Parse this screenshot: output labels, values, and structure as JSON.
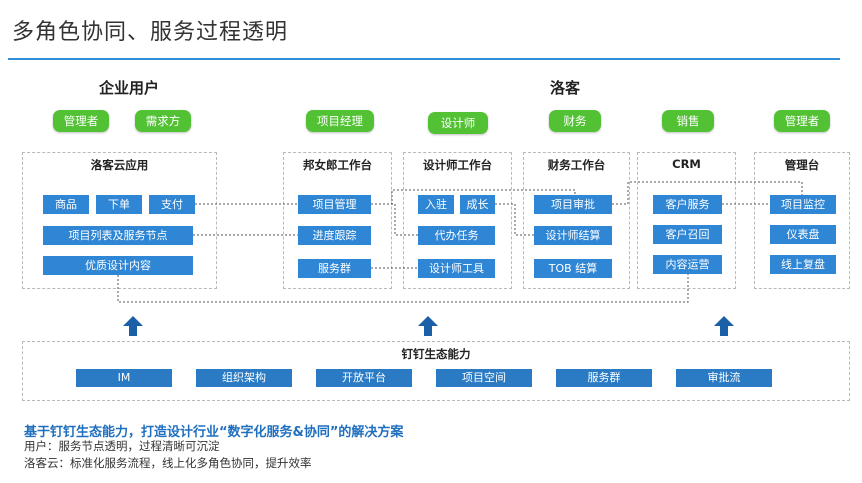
{
  "title": "多角色协同、服务过程透明",
  "groups": {
    "left": "企业用户",
    "right": "洛客"
  },
  "roles": {
    "manager_left": "管理者",
    "demand": "需求方",
    "pm": "项目经理",
    "designer": "设计师",
    "finance": "财务",
    "sales": "销售",
    "manager_right": "管理者"
  },
  "panels": {
    "app": {
      "title": "洛客云应用",
      "items": [
        "商品",
        "下单",
        "支付",
        "项目列表及服务节点",
        "优质设计内容"
      ]
    },
    "bnl": {
      "title": "邦女郎工作台",
      "items": [
        "项目管理",
        "进度跟踪",
        "服务群"
      ]
    },
    "designer": {
      "title": "设计师工作台",
      "items": [
        "入驻",
        "成长",
        "代办任务",
        "设计师工具"
      ]
    },
    "finance": {
      "title": "财务工作台",
      "items": [
        "项目审批",
        "设计师结算",
        "TOB 结算"
      ]
    },
    "crm": {
      "title": "CRM",
      "items": [
        "客户服务",
        "客户召回",
        "内容运营"
      ]
    },
    "admin": {
      "title": "管理台",
      "items": [
        "项目监控",
        "仪表盘",
        "线上复盘"
      ]
    }
  },
  "dingtalk": {
    "title": "钉钉生态能力",
    "items": [
      "IM",
      "组织架构",
      "开放平台",
      "项目空间",
      "服务群",
      "审批流"
    ]
  },
  "footer": {
    "headline": "基于钉钉生态能力，打造设计行业“数字化服务&协同”的解决方案",
    "line1": "用户：服务节点透明，过程清晰可沉淀",
    "line2": "洛客云：标准化服务流程，线上化多角色协同，提升效率"
  },
  "colors": {
    "accent_blue": "#2f86d4",
    "role_green": "#52c234",
    "title_rule": "#2f8fd8",
    "arrow": "#1b5fa8"
  }
}
